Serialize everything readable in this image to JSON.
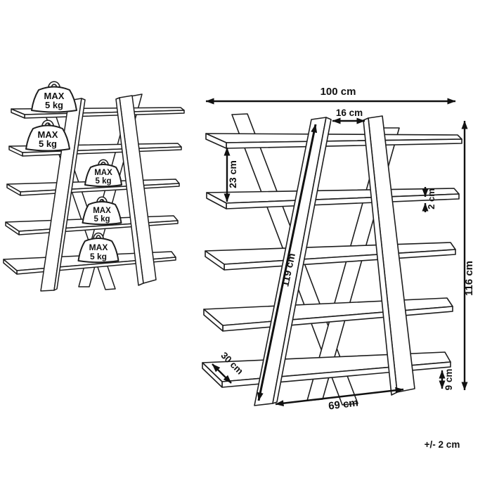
{
  "illustration": {
    "weights": [
      {
        "line1": "MAX",
        "line2": "5 kg"
      },
      {
        "line1": "MAX",
        "line2": "5 kg"
      },
      {
        "line1": "MAX",
        "line2": "5 kg"
      },
      {
        "line1": "MAX",
        "line2": "5 kg"
      },
      {
        "line1": "MAX",
        "line2": "5 kg"
      }
    ]
  },
  "diagram": {
    "dimensions": {
      "top_width": "100 cm",
      "top_leg_gap": "16 cm",
      "shelf_gap": "23 cm",
      "shelf_thickness": "2 cm",
      "total_height": "116 cm",
      "leg_length": "119 cm",
      "shelf_depth": "30 cm",
      "bottom_shelf_clearance": "9 cm",
      "bottom_width": "69 cm"
    },
    "tolerance_note": "+/- 2 cm"
  },
  "colors": {
    "line": "#1d1d1d",
    "background": "#ffffff"
  }
}
